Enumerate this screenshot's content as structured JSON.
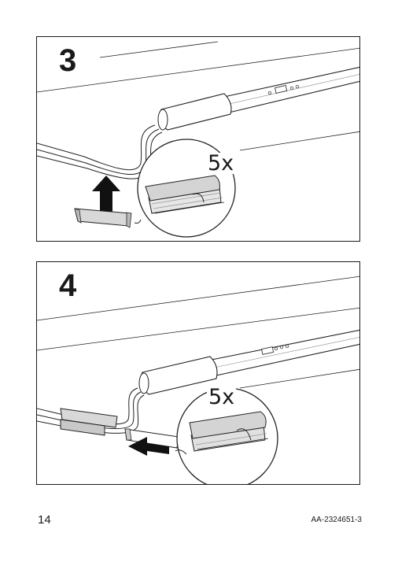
{
  "steps": [
    {
      "number": "3",
      "quantity": "5x",
      "arrow_direction": "up"
    },
    {
      "number": "4",
      "quantity": "5x",
      "arrow_direction": "left"
    }
  ],
  "footer": {
    "page_number": "14",
    "document_code": "AA-2324651-3"
  }
}
